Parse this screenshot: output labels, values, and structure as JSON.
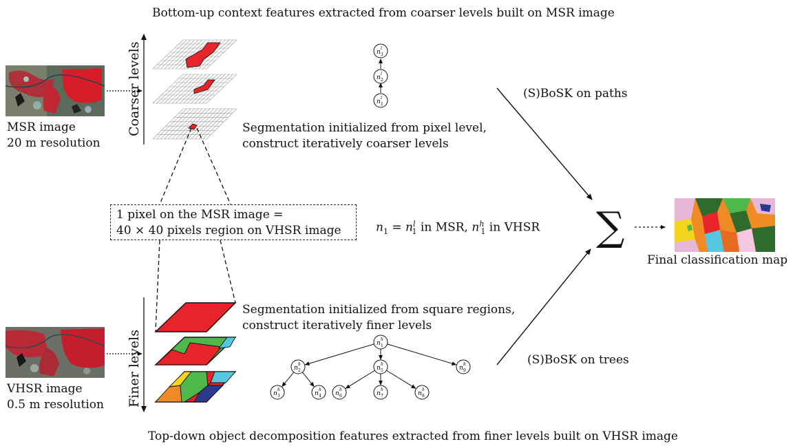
{
  "header_caption": "Bottom-up context features extracted from coarser levels built on MSR image",
  "footer_caption": "Top-down object decomposition features extracted from finer levels built on VHSR image",
  "msr": {
    "title": "MSR image",
    "resolution": "20 m resolution"
  },
  "vhsr": {
    "title": "VHSR image",
    "resolution": "0.5 m resolution"
  },
  "coarser_label": "Coarser levels",
  "finer_label": "Finer levels",
  "coarse_seg": {
    "line1": "Segmentation initialized from pixel level,",
    "line2": "construct iteratively coarser levels"
  },
  "fine_seg": {
    "line1": "Segmentation initialized from square regions,",
    "line2": "construct iteratively finer levels"
  },
  "pixel_box": {
    "line1": "1 pixel on the MSR image  =",
    "line2": "40 × 40 pixels region on VHSR image"
  },
  "equation": {
    "lhs": "n",
    "sub1": "1",
    "eq": " = ",
    "sup_l": "l",
    "in_msr": " in MSR, ",
    "sup_h": "h",
    "in_vhsr": " in VHSR"
  },
  "paths_label": "(S)BoSK on paths",
  "trees_label": "(S)BoSK on trees",
  "sigma": "∑",
  "final_label": "Final classification map",
  "path_nodes": [
    {
      "base": "n",
      "sup": "l",
      "sub": "3"
    },
    {
      "base": "n",
      "sup": "l",
      "sub": "2"
    },
    {
      "base": "n",
      "sup": "l",
      "sub": "1"
    }
  ],
  "tree_nodes": [
    {
      "base": "n",
      "sup": "h",
      "sub": "1"
    },
    {
      "base": "n",
      "sup": "h",
      "sub": "2"
    },
    {
      "base": "n",
      "sup": "h",
      "sub": "5"
    },
    {
      "base": "n",
      "sup": "h",
      "sub": "9"
    },
    {
      "base": "n",
      "sup": "h",
      "sub": "3"
    },
    {
      "base": "n",
      "sup": "h",
      "sub": "4"
    },
    {
      "base": "n",
      "sup": "h",
      "sub": "6"
    },
    {
      "base": "n",
      "sup": "h",
      "sub": "7"
    },
    {
      "base": "n",
      "sup": "h",
      "sub": "8"
    }
  ],
  "colors": {
    "region_red": "#e8232a",
    "green": "#4fb84a",
    "cyan": "#57c6e0",
    "yellow": "#f2d51c",
    "orange": "#f08a24",
    "navy": "#2b3a8c"
  }
}
